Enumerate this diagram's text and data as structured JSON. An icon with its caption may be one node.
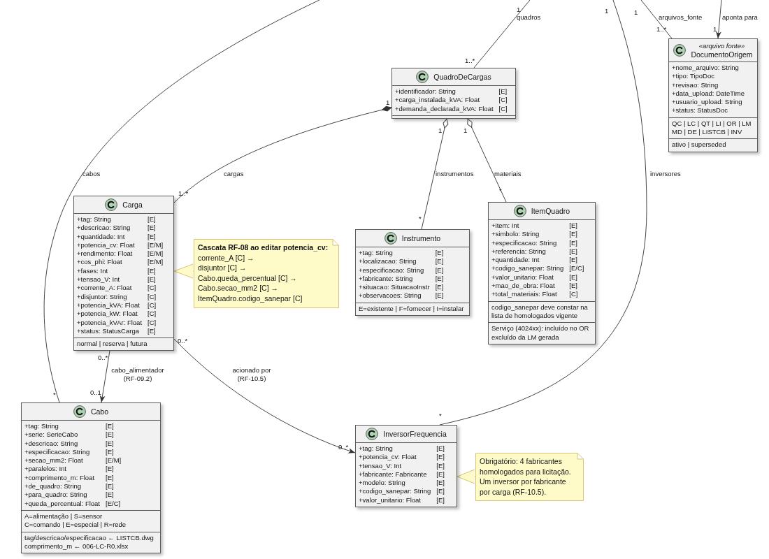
{
  "diagram": {
    "nodes": [
      {
        "text": [
          "QuadroDeCargas",
          "+identificador: String",
          "[E]",
          "+carga_instalada_kVA: Float",
          "[C]",
          "+demanda_declarada_kVA: Float",
          "[C]"
        ]
      },
      {
        "text": [
          "«arquivo fonte»",
          "DocumentoOrigem",
          "+nome_arquivo: String",
          "+tipo: TipoDoc",
          "+revisao: String",
          "+data_upload: DateTime",
          "+usuario_upload: String",
          "+status: StatusDoc",
          "QC | LC | QT | LI | OR | LM",
          "MD | DE | LISTCB | INV",
          "ativo | superseded"
        ]
      },
      {
        "text": [
          "Carga",
          "+tag: String",
          "[E]",
          "+descricao: String",
          "[E]",
          "+quantidade: Int",
          "[E]",
          "+potencia_cv: Float",
          "[E/M]",
          "+rendimento: Float",
          "[E/M]",
          "+cos_phi: Float",
          "[E/M]",
          "+fases: Int",
          "[E]",
          "+tensao_V: Int",
          "[E]",
          "+corrente_A: Float",
          "[C]",
          "+disjuntor: String",
          "[C]",
          "+potencia_kVA: Float",
          "[C]",
          "+potencia_kW: Float",
          "[C]",
          "+potencia_kVAr: Float",
          "[C]",
          "+status: StatusCarga",
          "[E]",
          "normal | reserva | futura"
        ]
      },
      {
        "text": [
          "Cascata RF-08 ao editar potencia_cv:",
          "corrente_A [C] →",
          "disjuntor [C] →",
          "Cabo.queda_percentual [C] →",
          "Cabo.secao_mm2 [C] →",
          "ItemQuadro.codigo_sanepar [C]"
        ]
      },
      {
        "text": [
          "Instrumento",
          "+tag: String",
          "[E]",
          "+localizacao: String",
          "[E]",
          "+especificacao: String",
          "[E]",
          "+fabricante: String",
          "[E]",
          "+situacao: SituacaoInstr",
          "[E]",
          "+observacoes: String",
          "[E]",
          "E=existente | F=fornecer | I=instalar"
        ]
      },
      {
        "text": [
          "ItemQuadro",
          "+item: Int",
          "[E]",
          "+simbolo: String",
          "[E]",
          "+especificacao: String",
          "[E]",
          "+referencia: String",
          "[E]",
          "+quantidade: Int",
          "[E]",
          "+codigo_sanepar: String",
          "[E/C]",
          "+valor_unitario: Float",
          "[E]",
          "+mao_de_obra: Float",
          "[E]",
          "+total_materiais: Float",
          "[C]",
          "codigo_sanepar deve constar na lista de homologados vigente",
          "Serviço (4024xx): incluído no OR excluído da LM gerada"
        ]
      },
      {
        "text": [
          "Cabo",
          "+tag: String",
          "[E]",
          "+serie: SerieCabo",
          "[E]",
          "+descricao: String",
          "[E]",
          "+especificacao: String",
          "[E]",
          "+secao_mm2: Float",
          "[E/M]",
          "+paralelos: Int",
          "[E]",
          "+comprimento_m: Float",
          "[E]",
          "+de_quadro: String",
          "[E]",
          "+para_quadro: String",
          "[E]",
          "+queda_percentual: Float",
          "[E/C]",
          "A=alimentação | S=sensor",
          "C=comando | E=especial | R=rede",
          "tag/descricao/especificacao ← LISTCB.dwg",
          "comprimento_m ← 006-LC-R0.xlsx"
        ]
      },
      {
        "text": [
          "InversorFrequencia",
          "+tag: String",
          "[E]",
          "+potencia_cv: Float",
          "[E]",
          "+tensao_V: Int",
          "[E]",
          "+fabricante: Fabricante",
          "[E]",
          "+modelo: String",
          "[E]",
          "+codigo_sanepar: String",
          "[E]",
          "+valor_unitario: Float",
          "[E]"
        ]
      },
      {
        "text": [
          "Obrigatório: 4 fabricantes homologados para licitação. Um inversor por fabricante por carga (RF-10.5)."
        ]
      }
    ],
    "edges": [
      {
        "from": null,
        "to": 0,
        "arrow": "none",
        "label": "quadros"
      },
      {
        "from": null,
        "to": 7,
        "arrow": "none",
        "label": "inversores"
      },
      {
        "from": null,
        "to": 1,
        "arrow": "none",
        "label": "arquivos_fonte"
      },
      {
        "from": null,
        "to": 1,
        "arrow": "to",
        "label": "aponta para"
      },
      {
        "from": null,
        "to": 6,
        "arrow": "none",
        "label": "cabos"
      },
      {
        "from": 0,
        "to": 2,
        "arrow": "other",
        "label": "cargas"
      },
      {
        "from": 0,
        "to": 4,
        "arrow": "other",
        "label": "instrumentos"
      },
      {
        "from": 0,
        "to": 5,
        "arrow": "other",
        "label": "materiais"
      },
      {
        "from": 3,
        "to": 2,
        "arrow": "to",
        "color": "#d8c377"
      },
      {
        "from": 2,
        "to": 6,
        "arrow": "to",
        "label": "cabo_alimentador (RF-09.2)"
      },
      {
        "from": 2,
        "to": 7,
        "arrow": "to",
        "label": "acionado por (RF-10.5)"
      },
      {
        "from": 8,
        "to": 7,
        "arrow": "to",
        "color": "#d8c377"
      }
    ],
    "labels": [
      "1",
      "1",
      "1",
      "1..*",
      "1",
      "1..*",
      "1",
      "1",
      "1",
      "*",
      "1..*",
      "*",
      "0..*",
      "0..*",
      "0..1",
      "*",
      "*",
      "0..*"
    ]
  }
}
